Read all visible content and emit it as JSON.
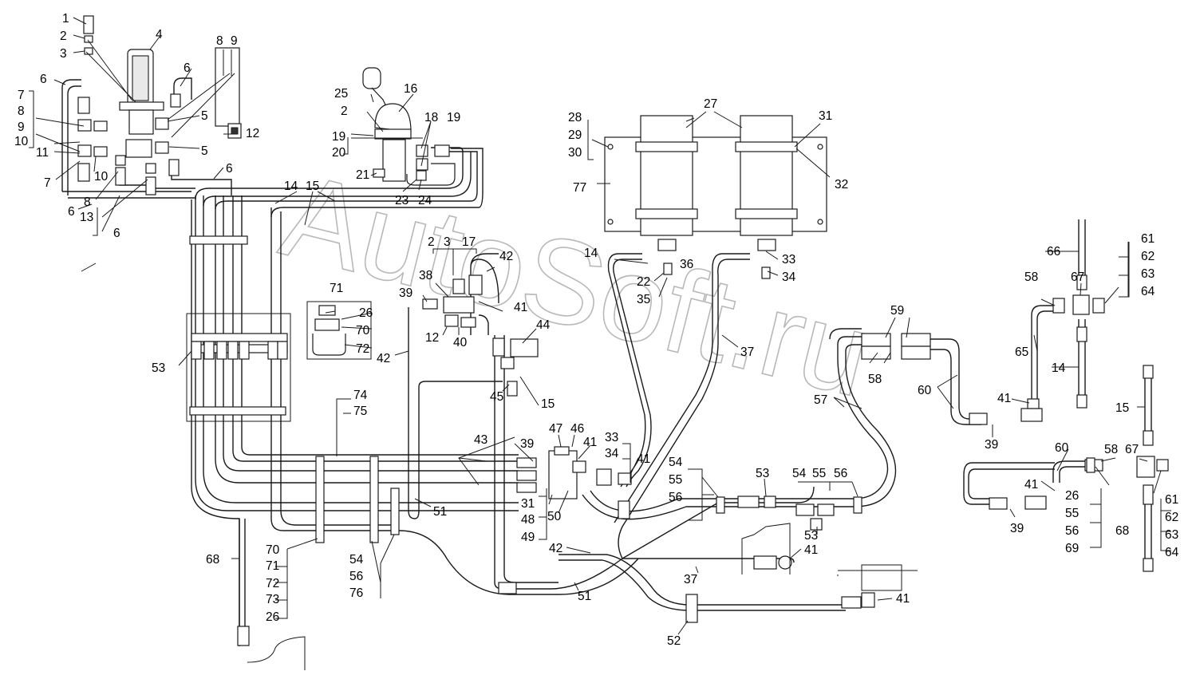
{
  "watermark": "AutoSoft.ru",
  "labels": {
    "l1": "1",
    "l2": "2",
    "l3": "3",
    "l4": "4",
    "l6a": "6",
    "l8a": "8",
    "l9a": "9",
    "l6b": "6",
    "l7a": "7",
    "l8b": "8",
    "l9b": "9",
    "l10a": "10",
    "l5a": "5",
    "l12a": "12",
    "l11": "11",
    "l5b": "5",
    "l7b": "7",
    "l10b": "10",
    "l6c": "6",
    "l6d": "6",
    "l8c": "8",
    "l13": "13",
    "l6e": "6",
    "l25": "25",
    "l2b": "2",
    "l16": "16",
    "l18": "18",
    "l19a": "19",
    "l19b": "19",
    "l20": "20",
    "l21": "21",
    "l23": "23",
    "l24": "24",
    "l14a": "14",
    "l15a": "15",
    "l28": "28",
    "l29": "29",
    "l30": "30",
    "l27": "27",
    "l31a": "31",
    "l77": "77",
    "l32": "32",
    "l14b": "14",
    "l36": "36",
    "l22": "22",
    "l35": "35",
    "l33a": "33",
    "l34a": "34",
    "l2c": "2",
    "l3b": "3",
    "l17": "17",
    "l42a": "42",
    "l38": "38",
    "l39a": "39",
    "l71a": "71",
    "l26a": "26",
    "l70a": "70",
    "l72a": "72",
    "l41a": "41",
    "l12b": "12",
    "l40": "40",
    "l44": "44",
    "l42b": "42",
    "l53a": "53",
    "l45": "45",
    "l15b": "15",
    "l37a": "37",
    "l59": "59",
    "l58a": "58",
    "l57": "57",
    "l66": "66",
    "l61a": "61",
    "l62a": "62",
    "l58b": "58",
    "l67a": "67",
    "l63a": "63",
    "l64a": "64",
    "l65": "65",
    "l14c": "14",
    "l60a": "60",
    "l41b": "41",
    "l39b": "39",
    "l15c": "15",
    "l74": "74",
    "l75": "75",
    "l47": "47",
    "l46": "46",
    "l33b": "33",
    "l34b": "34",
    "l39c": "39",
    "l41c": "41",
    "l43": "43",
    "l41d": "41",
    "l54a": "54",
    "l55a": "55",
    "l56a": "56",
    "l53b": "53",
    "l54b": "54",
    "l55b": "55",
    "l56b": "56",
    "l60b": "60",
    "l58c": "58",
    "l67b": "67",
    "l31b": "31",
    "l48": "48",
    "l49": "49",
    "l50": "50",
    "l51a": "51",
    "l41e": "41",
    "l26b": "26",
    "l55c": "55",
    "l56c": "56",
    "l69": "69",
    "l61b": "61",
    "l62b": "62",
    "l68b": "68",
    "l63b": "63",
    "l64b": "64",
    "l39d": "39",
    "l53c": "53",
    "l41f": "41",
    "l68a": "68",
    "l70b": "70",
    "l71b": "71",
    "l72b": "72",
    "l73": "73",
    "l26c": "26",
    "l54c": "54",
    "l56d": "56",
    "l76": "76",
    "l42c": "42",
    "l51b": "51",
    "l37b": "37",
    "l41g": "41",
    "l52": "52"
  }
}
